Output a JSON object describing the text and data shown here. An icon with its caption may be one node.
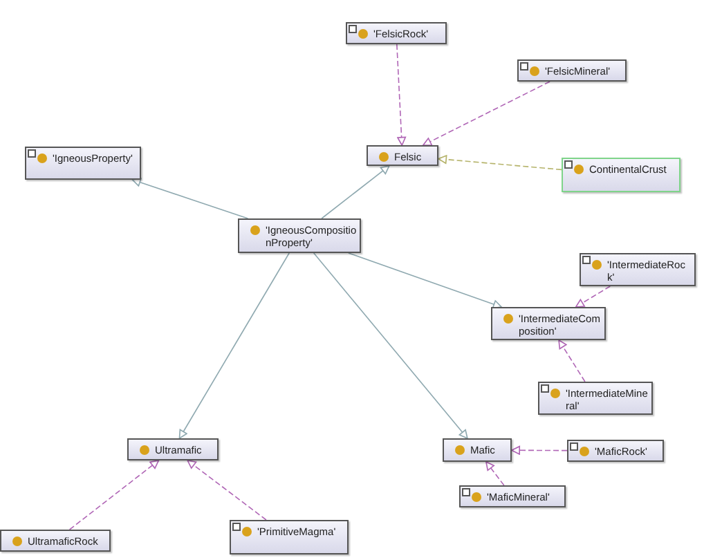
{
  "diagram": {
    "nodes": [
      {
        "text": [
          "'FelsicRock'"
        ]
      },
      {
        "text": [
          "'FelsicMineral'"
        ]
      },
      {
        "text": [
          "'IgneousProperty'"
        ]
      },
      {
        "text": [
          "Felsic"
        ]
      },
      {
        "text": [
          "ContinentalCrust"
        ]
      },
      {
        "text": [
          "'IgneousCompositionProperty'"
        ]
      },
      {
        "text": [
          "'IntermediateRock'"
        ]
      },
      {
        "text": [
          "'IntermediateComposition'"
        ]
      },
      {
        "text": [
          "'IntermediateMineral'"
        ]
      },
      {
        "text": [
          "Ultramafic"
        ]
      },
      {
        "text": [
          "Mafic"
        ]
      },
      {
        "text": [
          "'MaficRock'"
        ]
      },
      {
        "text": [
          "'MaficMineral'"
        ]
      },
      {
        "text": [
          "UltramaficRock"
        ]
      },
      {
        "text": [
          "'PrimitiveMagma'"
        ]
      }
    ],
    "edges": [
      {
        "from": 0,
        "to": 3,
        "arrow": "to",
        "style": "dashed"
      },
      {
        "from": 1,
        "to": 3,
        "arrow": "to",
        "style": "dashed"
      },
      {
        "from": 4,
        "to": 3,
        "arrow": "to",
        "style": "dashed",
        "color": "#b5b36a"
      },
      {
        "from": 5,
        "to": 2,
        "arrow": "to",
        "color": "#8fa9b0"
      },
      {
        "from": 5,
        "to": 3,
        "arrow": "to",
        "color": "#8fa9b0"
      },
      {
        "from": 5,
        "to": 7,
        "arrow": "to",
        "color": "#8fa9b0"
      },
      {
        "from": 5,
        "to": 9,
        "arrow": "to",
        "color": "#8fa9b0"
      },
      {
        "from": 5,
        "to": 10,
        "arrow": "to",
        "color": "#8fa9b0"
      },
      {
        "from": 6,
        "to": 7,
        "arrow": "to",
        "style": "dashed"
      },
      {
        "from": 8,
        "to": 7,
        "arrow": "to",
        "style": "dashed"
      },
      {
        "from": 11,
        "to": 10,
        "arrow": "to",
        "style": "dashed"
      },
      {
        "from": 12,
        "to": 10,
        "arrow": "to",
        "style": "dashed"
      },
      {
        "from": 13,
        "to": 9,
        "arrow": "to",
        "style": "dashed"
      },
      {
        "from": 14,
        "to": 9,
        "arrow": "to",
        "style": "dashed"
      }
    ]
  }
}
